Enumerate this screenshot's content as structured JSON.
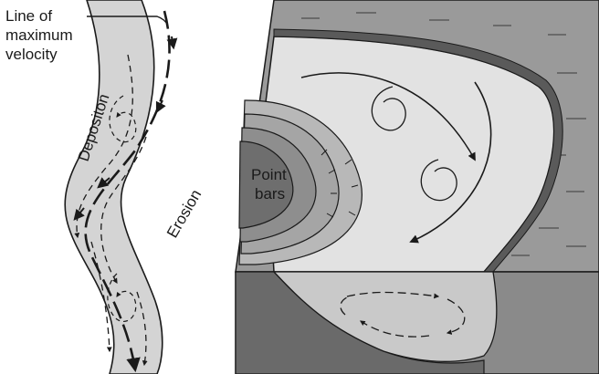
{
  "labels": {
    "line_label_1": "Line of",
    "line_label_2": "maximum",
    "line_label_3": "velocity",
    "deposition": "Depositon",
    "erosion": "Erosion",
    "point_1": "Point",
    "point_2": "bars"
  },
  "colors": {
    "channel_fill": "#d2d2d2",
    "floodplain": "#9a9a9a",
    "water_light": "#e2e2e2",
    "point_bar_dark": "#6e6e6e",
    "section_face": "#8a8a8a",
    "cut_bank": "#5a5a5a",
    "ink": "#1a1a1a"
  }
}
